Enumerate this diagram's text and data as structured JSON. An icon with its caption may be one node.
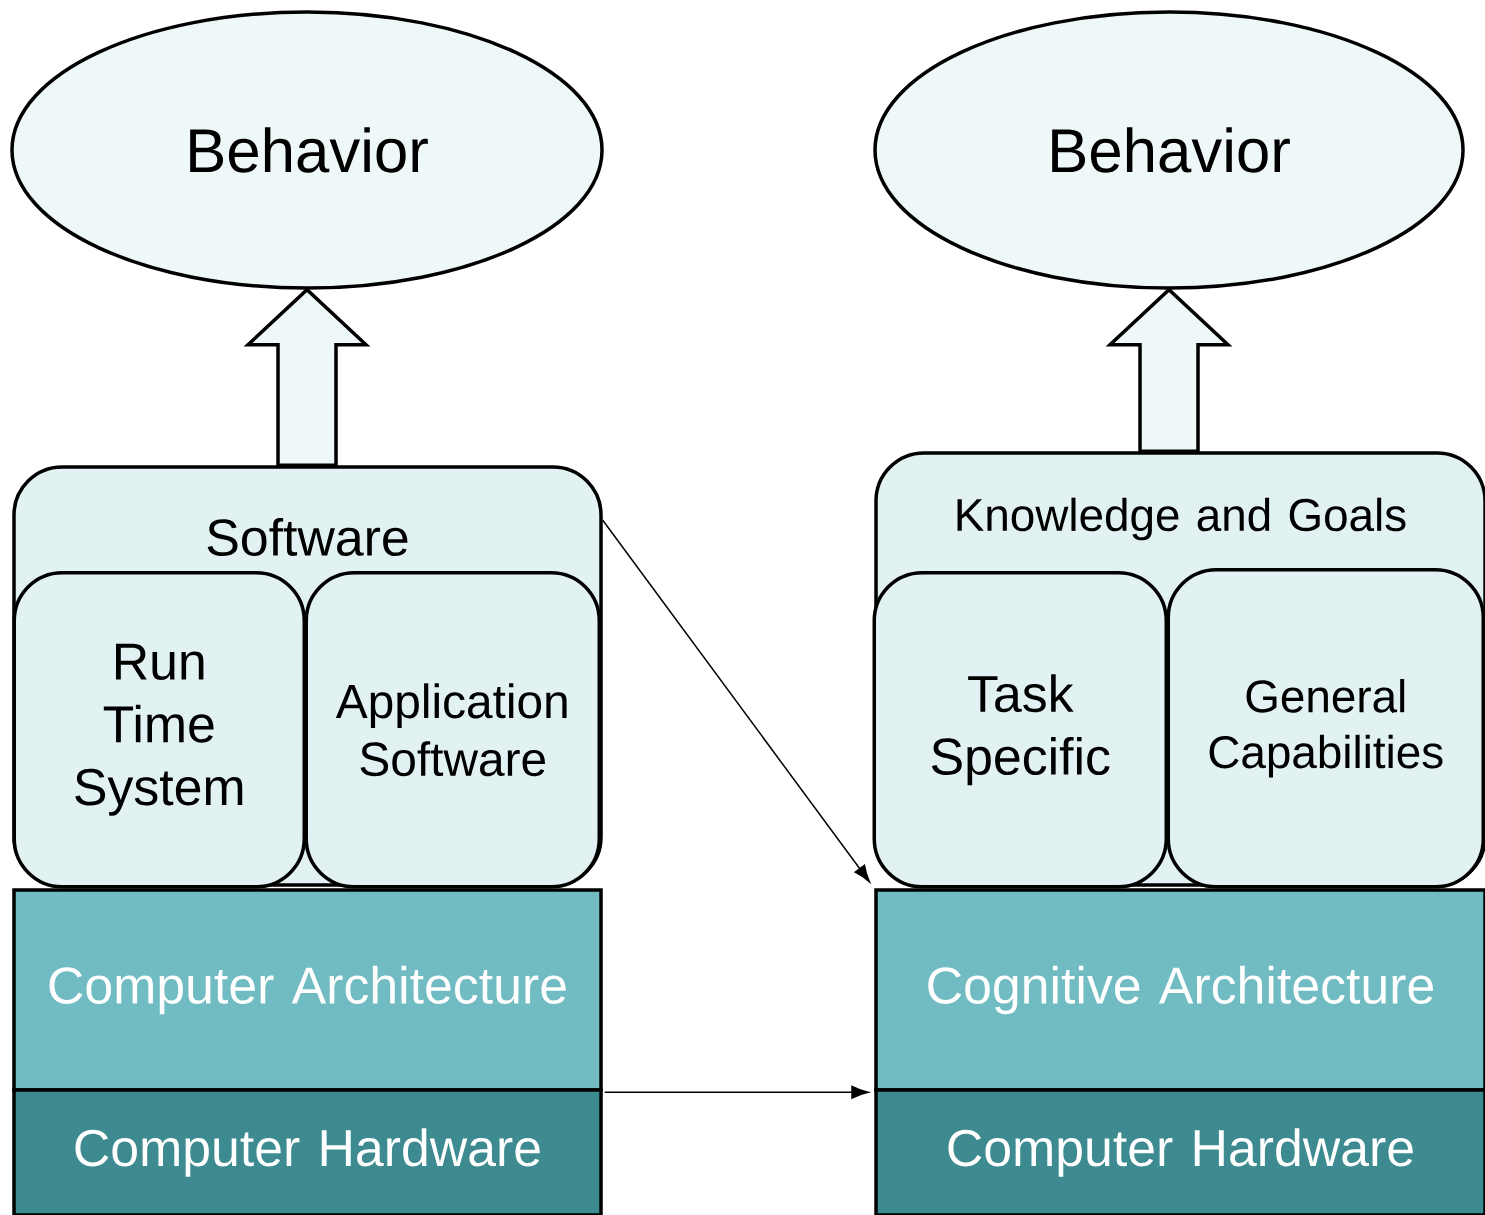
{
  "diagram": {
    "nodes": [
      {
        "text": [
          "Behavior"
        ]
      },
      {
        "text": [
          "Software"
        ]
      },
      {
        "text": [
          "Run Time System"
        ],
        "in": 1
      },
      {
        "text": [
          "Application Software"
        ],
        "in": 1
      },
      {
        "text": [
          "Computer Architecture"
        ]
      },
      {
        "text": [
          "Computer Hardware"
        ]
      },
      {
        "text": [
          "Behavior"
        ]
      },
      {
        "text": [
          "Knowledge and Goals"
        ]
      },
      {
        "text": [
          "Task Specific"
        ],
        "in": 7
      },
      {
        "text": [
          "General Capabilities"
        ],
        "in": 7
      },
      {
        "text": [
          "Cognitive Architecture"
        ]
      },
      {
        "text": [
          "Computer Hardware"
        ]
      }
    ],
    "edges": [
      {
        "from": 1,
        "to": 0,
        "arrow": "to",
        "style": "thick"
      },
      {
        "from": 7,
        "to": 6,
        "arrow": "to",
        "style": "thick"
      },
      {
        "from": 1,
        "to": 10,
        "arrow": "to"
      },
      {
        "from": 5,
        "to": 11,
        "arrow": "to"
      }
    ]
  }
}
